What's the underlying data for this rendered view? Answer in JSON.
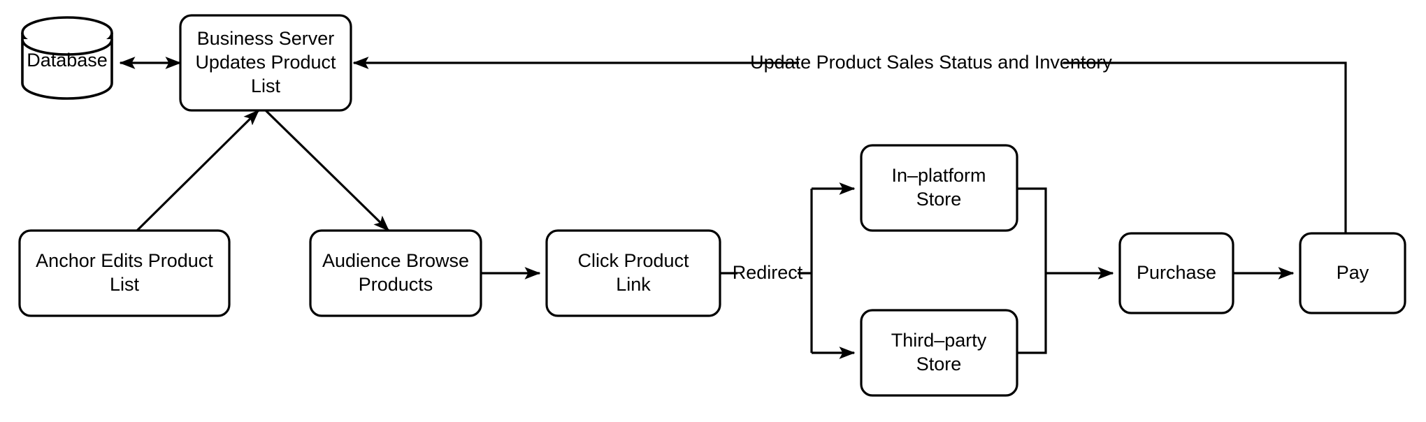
{
  "diagram": {
    "title": "E-commerce Live Stream Product Purchase Flow",
    "background_color": "#ffffff",
    "stroke_color": "#000000",
    "text_color": "#000000",
    "nodes": {
      "database": {
        "label": "Database",
        "shape": "cylinder"
      },
      "business_server": {
        "label_line1": "Business Server",
        "label_line2": "Updates Product",
        "label_line3": "List",
        "shape": "rounded-rect"
      },
      "anchor_edits": {
        "label_line1": "Anchor Edits Product",
        "label_line2": "List",
        "shape": "rounded-rect"
      },
      "audience_browse": {
        "label_line1": "Audience Browse",
        "label_line2": "Products",
        "shape": "rounded-rect"
      },
      "click_product_link": {
        "label_line1": "Click Product",
        "label_line2": "Link",
        "shape": "rounded-rect"
      },
      "in_platform_store": {
        "label_line1": "In–platform",
        "label_line2": "Store",
        "shape": "rounded-rect"
      },
      "third_party_store": {
        "label_line1": "Third–party",
        "label_line2": "Store",
        "shape": "rounded-rect"
      },
      "purchase": {
        "label": "Purchase",
        "shape": "rounded-rect"
      },
      "pay": {
        "label": "Pay",
        "shape": "rounded-rect"
      }
    },
    "edge_labels": {
      "update_inventory": "Update Product Sales Status and Inventory",
      "redirect": "Redirect"
    }
  }
}
